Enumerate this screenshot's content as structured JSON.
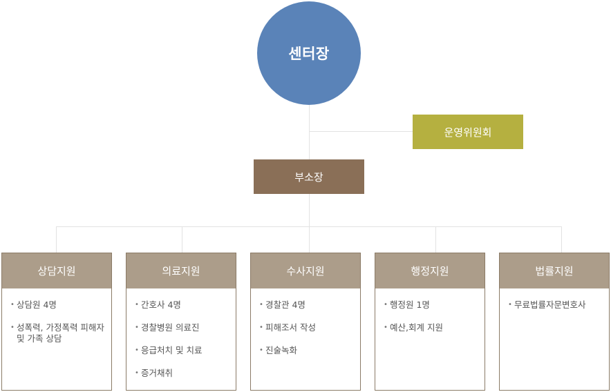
{
  "director": "센터장",
  "committee": "운영위원회",
  "deputy": "부소장",
  "departments": [
    {
      "title": "상담지원",
      "items": [
        "상담원 4명",
        "성폭력, 가정폭력 피해자 및 가족 상담"
      ]
    },
    {
      "title": "의료지원",
      "items": [
        "간호사 4명",
        "경찰병원 의료진",
        "응급처치 및 치료",
        "증거채취"
      ]
    },
    {
      "title": "수사지원",
      "items": [
        "경찰관 4명",
        "피해조서 작성",
        "진술녹화"
      ]
    },
    {
      "title": "행정지원",
      "items": [
        "행정원 1명",
        "예산,회계 지원"
      ]
    },
    {
      "title": "법률지원",
      "items": [
        "무료법률자문변호사"
      ]
    }
  ],
  "colors": {
    "director": "#5a83b8",
    "committee": "#b5b040",
    "deputy": "#8a6f57",
    "department_header": "#ac9d8a",
    "connector": "#e2e2e2"
  }
}
